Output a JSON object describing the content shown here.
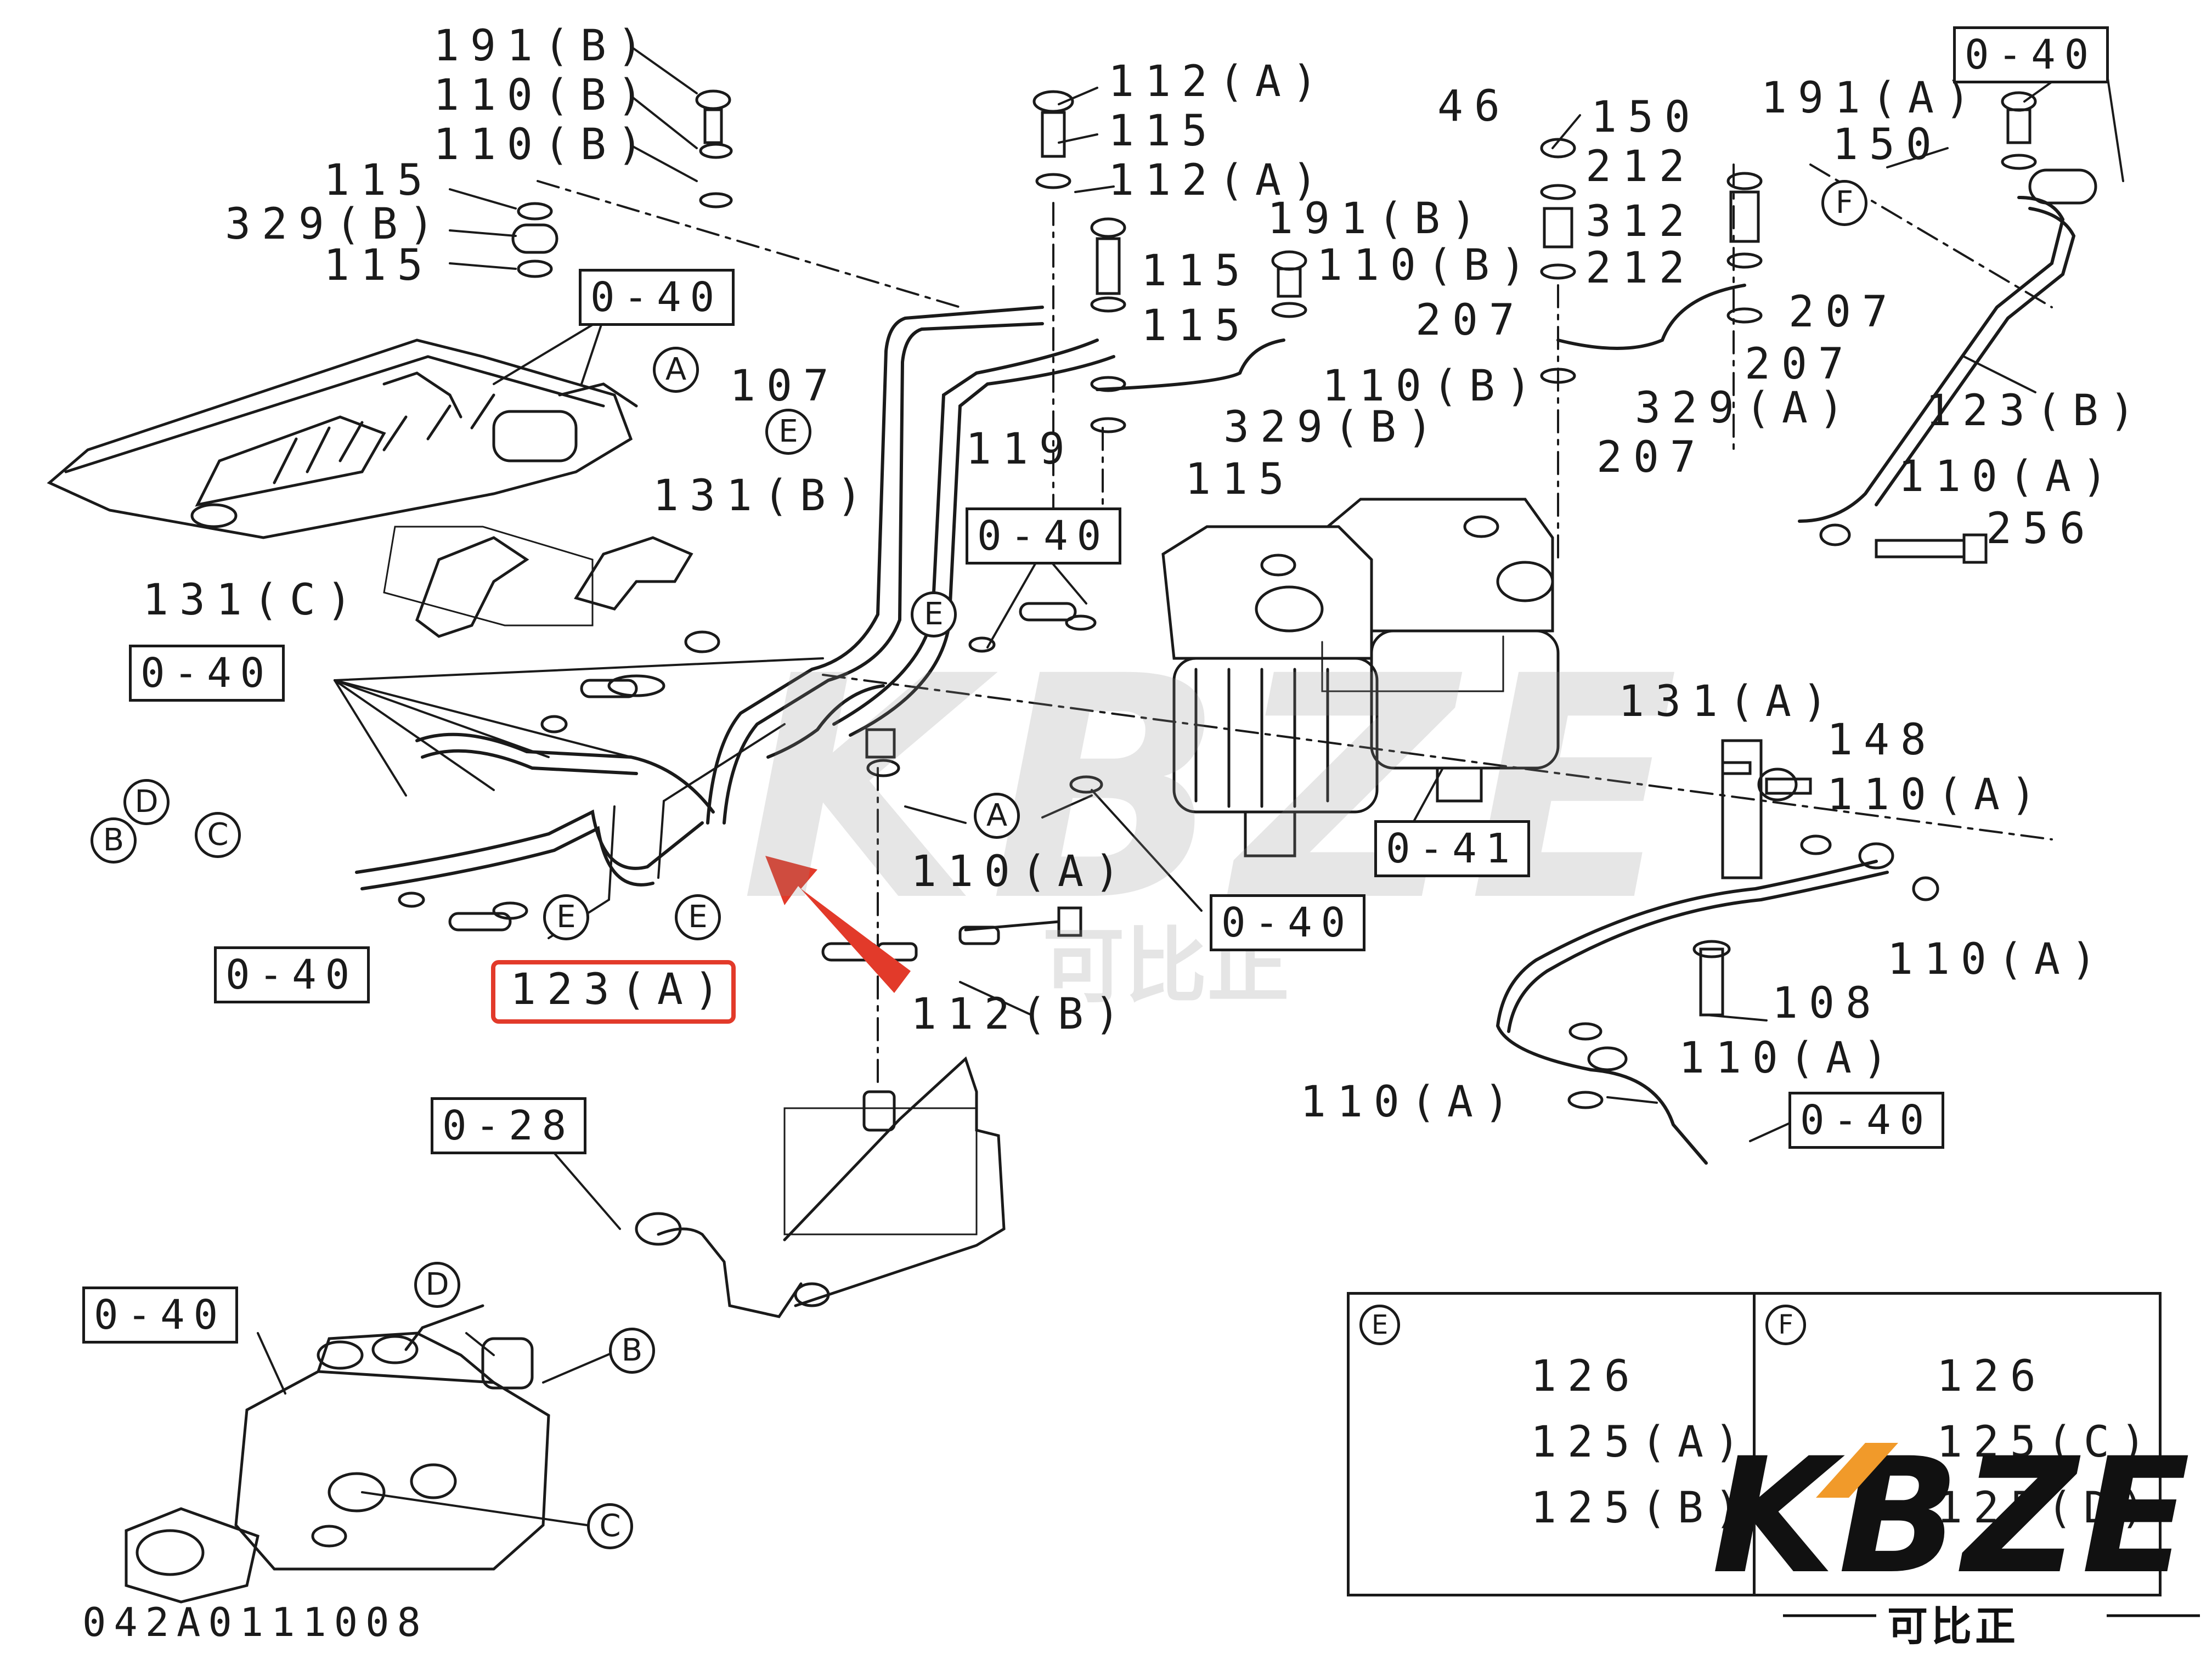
{
  "diagram_code": "042A0111008",
  "labels": {
    "l191B_a": "191(B)",
    "l110B_a": "110(B)",
    "l110B_b": "110(B)",
    "l115_a": "115",
    "l329B_a": "329(B)",
    "l115_b": "115",
    "l112A_a": "112(A)",
    "l115_c": "115",
    "l112A_b": "112(A)",
    "l115_d": "115",
    "l191B_b": "191(B)",
    "l110B_c": "110(B)",
    "l115_e": "115",
    "l107": "107",
    "l119": "119",
    "l110B_d": "110(B)",
    "l329B_b": "329(B)",
    "l115_f": "115",
    "l46": "46",
    "l150_a": "150",
    "l212_a": "212",
    "l312": "312",
    "l212_b": "212",
    "l207_a": "207",
    "l207_b": "207",
    "l207_c": "207",
    "l329A": "329(A)",
    "l207_d": "207",
    "l191A": "191(A)",
    "l150_b": "150",
    "l123B": "123(B)",
    "l110A_a": "110(A)",
    "l256": "256",
    "l131B": "131(B)",
    "l131C": "131(C)",
    "l131A": "131(A)",
    "l148": "148",
    "l110A_b": "110(A)",
    "l110A_c": "110(A)",
    "l110A_d": "110(A)",
    "l108": "108",
    "l110A_e": "110(A)",
    "l110A_f": "110(A)",
    "l112B": "112(B)",
    "l123A": "123(A)"
  },
  "refs": {
    "r040_a": "0-40",
    "r040_b": "0-40",
    "r040_c": "0-40",
    "r040_d": "0-40",
    "r040_e": "0-40",
    "r040_f": "0-40",
    "r040_g": "0-40",
    "r040_h": "0-40",
    "r041": "0-41",
    "r028": "0-28"
  },
  "callouts": {
    "A": "A",
    "B": "B",
    "C": "C",
    "D": "D",
    "E": "E",
    "F": "F"
  },
  "inset_E": {
    "letter": "E",
    "bolt": "126",
    "upper": "125(A)",
    "lower": "125(B)"
  },
  "inset_F": {
    "letter": "F",
    "bolt": "126",
    "upper": "125(C)",
    "lower": "125(D)"
  },
  "brand": {
    "logo": "KBZE",
    "sub": "可比正"
  },
  "highlight_color": "#e23a2a"
}
